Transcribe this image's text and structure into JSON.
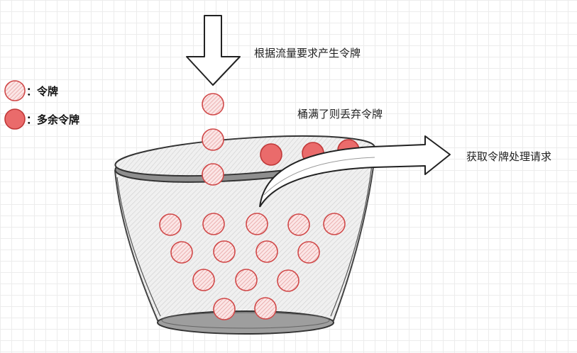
{
  "legend": {
    "token": "：令牌",
    "excess_token": "：多余令牌"
  },
  "labels": {
    "generate": "根据流量要求产生令牌",
    "discard": "桶满了则丢弃令牌",
    "process": "获取令牌处理请求"
  },
  "colors": {
    "token_fill": "#f6cfcf",
    "token_stroke": "#d24a4a",
    "excess_fill": "#ea6b6b",
    "excess_stroke": "#c23a3a",
    "bucket_stroke": "#444444",
    "bucket_fill": "#ebebeb"
  }
}
